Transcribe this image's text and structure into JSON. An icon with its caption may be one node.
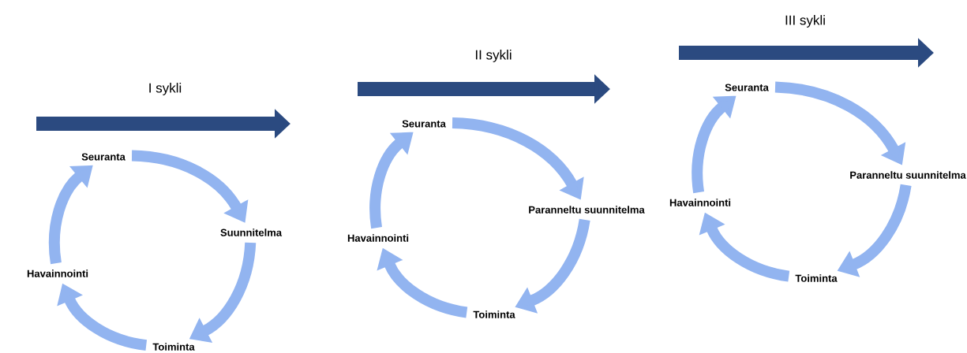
{
  "diagram": {
    "nodes": [
      {
        "text": [
          "Seuranta"
        ]
      },
      {
        "text": [
          "Suunnitelma"
        ]
      },
      {
        "text": [
          "Toiminta"
        ]
      },
      {
        "text": [
          "Havainnointi"
        ]
      },
      {
        "text": [
          "Seuranta"
        ]
      },
      {
        "text": [
          "Paranneltu suunnitelma"
        ]
      },
      {
        "text": [
          "Toiminta"
        ]
      },
      {
        "text": [
          "Havainnointi"
        ]
      },
      {
        "text": [
          "Seuranta"
        ]
      },
      {
        "text": [
          "Paranneltu suunnitelma"
        ]
      },
      {
        "text": [
          "Toiminta"
        ]
      },
      {
        "text": [
          "Havainnointi"
        ]
      }
    ],
    "edges": [
      {
        "from": 0,
        "to": 1,
        "arrow": "to"
      },
      {
        "from": 1,
        "to": 2,
        "arrow": "to"
      },
      {
        "from": 2,
        "to": 3,
        "arrow": "to"
      },
      {
        "from": 3,
        "to": 0,
        "arrow": "to"
      },
      {
        "from": 4,
        "to": 5,
        "arrow": "to"
      },
      {
        "from": 5,
        "to": 6,
        "arrow": "to"
      },
      {
        "from": 6,
        "to": 7,
        "arrow": "to"
      },
      {
        "from": 7,
        "to": 4,
        "arrow": "to"
      },
      {
        "from": 8,
        "to": 9,
        "arrow": "to"
      },
      {
        "from": 9,
        "to": 10,
        "arrow": "to"
      },
      {
        "from": 10,
        "to": 11,
        "arrow": "to"
      },
      {
        "from": 11,
        "to": 8,
        "arrow": "to"
      }
    ],
    "labels": [
      "I sykli",
      "II sykli",
      "III sykli"
    ]
  }
}
